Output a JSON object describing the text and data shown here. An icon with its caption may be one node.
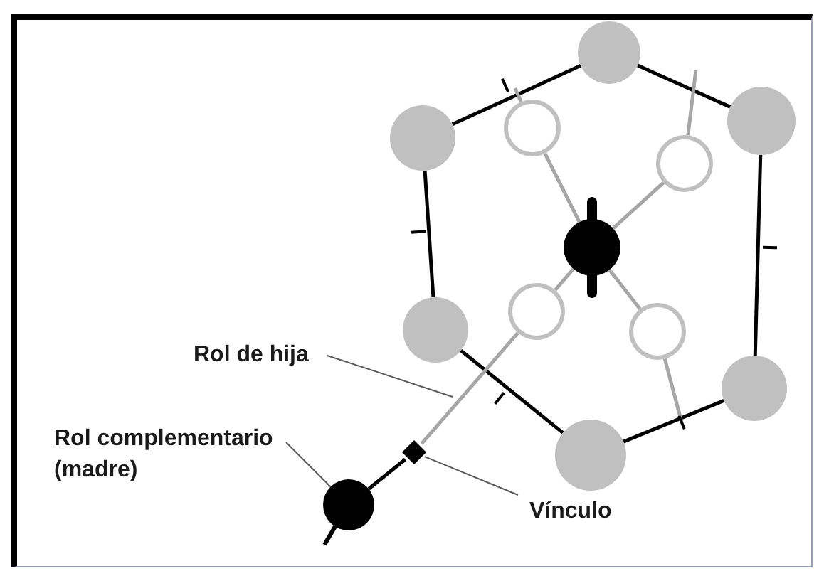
{
  "diagram": {
    "nodes": [
      {
        "text": [],
        "shape": "circle"
      },
      {
        "text": [],
        "shape": "circle"
      },
      {
        "text": [],
        "shape": "circle"
      },
      {
        "text": [],
        "shape": "circle"
      },
      {
        "text": [],
        "shape": "circle"
      },
      {
        "text": [],
        "shape": "circle"
      },
      {
        "text": [],
        "shape": "circle"
      },
      {
        "text": [],
        "shape": "circle"
      },
      {
        "text": [],
        "shape": "circle"
      },
      {
        "text": [],
        "shape": "circle"
      },
      {
        "text": [],
        "shape": "circle"
      },
      {
        "text": [],
        "shape": "diamond"
      },
      {
        "text": [],
        "shape": "circle"
      },
      {
        "text": [
          "Rol de hija"
        ]
      },
      {
        "text": [
          "Rol complementario (madre)"
        ]
      },
      {
        "text": [
          "Vínculo"
        ]
      }
    ],
    "edges": [
      {
        "from": 1,
        "to": 0,
        "arrow": "none",
        "color": "#000000"
      },
      {
        "from": 0,
        "to": 2,
        "arrow": "none",
        "color": "#000000"
      },
      {
        "from": 1,
        "to": 6,
        "arrow": "none",
        "color": "#000000"
      },
      {
        "from": 2,
        "to": 9,
        "arrow": "none",
        "color": "#000000"
      },
      {
        "from": 6,
        "to": 10,
        "arrow": "none",
        "color": "#000000"
      },
      {
        "from": 10,
        "to": 9,
        "arrow": "none",
        "color": "#000000"
      },
      {
        "from": 3,
        "to": null,
        "arrow": "none"
      },
      {
        "from": 4,
        "to": null,
        "arrow": "none"
      },
      {
        "from": 3,
        "to": 5,
        "arrow": "none"
      },
      {
        "from": 4,
        "to": 5,
        "arrow": "none"
      },
      {
        "from": 7,
        "to": 5,
        "arrow": "none"
      },
      {
        "from": 8,
        "to": 5,
        "arrow": "none"
      },
      {
        "from": 8,
        "to": null,
        "arrow": "none"
      },
      {
        "from": 7,
        "to": 11,
        "arrow": "none"
      },
      {
        "from": 11,
        "to": 12,
        "arrow": "none",
        "color": "#000000"
      },
      {
        "from": 13,
        "to": null,
        "arrow": "none",
        "color": "#595959"
      },
      {
        "from": 14,
        "to": 12,
        "arrow": "none",
        "color": "#595959"
      },
      {
        "from": 15,
        "to": 11,
        "arrow": "none",
        "color": "#595959"
      }
    ]
  }
}
